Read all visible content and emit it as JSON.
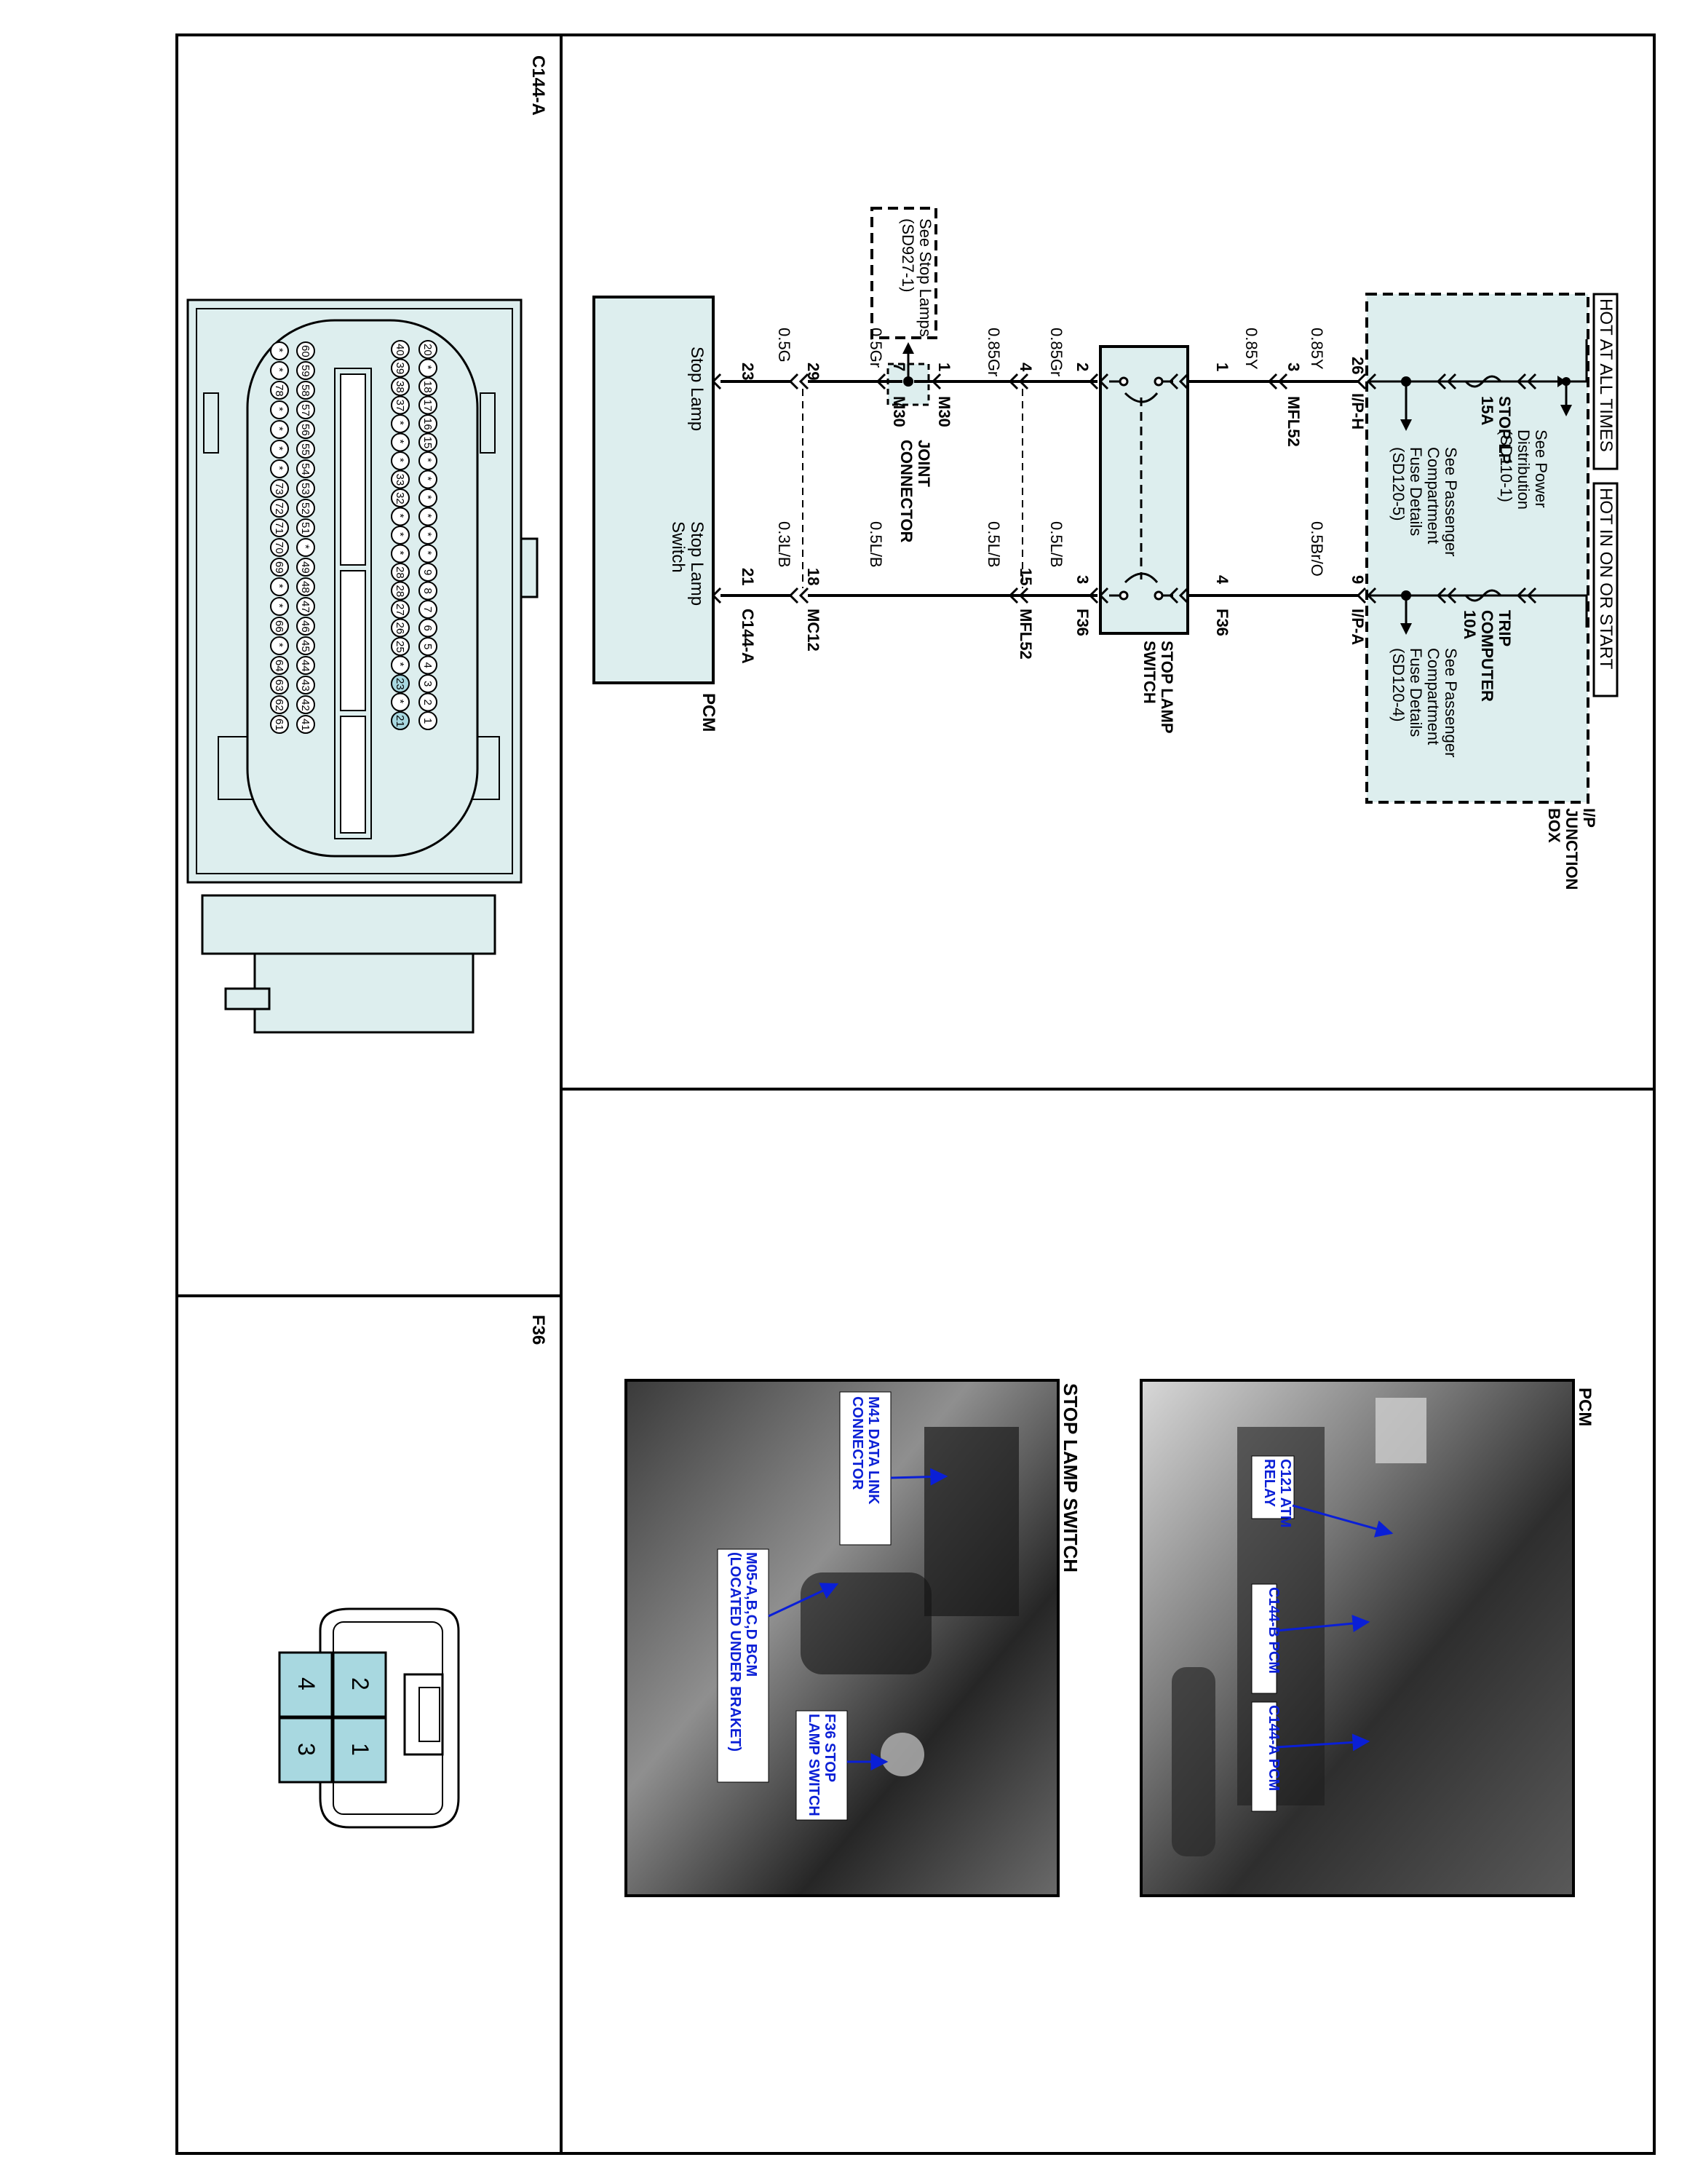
{
  "frame_labels": {
    "c144a": "C144-A",
    "f36": "F36"
  },
  "schematic": {
    "hot_at_all_times": "HOT AT ALL TIMES",
    "hot_in_on_or_start": "HOT IN ON OR START",
    "see_power_distribution": [
      "See Power",
      "Distribution",
      "(SD110-1)"
    ],
    "fuse_stop": [
      "STOP LP",
      "15A"
    ],
    "fuse_trip": [
      "TRIP",
      "COMPUTER",
      "10A"
    ],
    "see_passenger_left": [
      "See Passenger",
      "Compartment",
      "Fuse Details",
      "(SD120-5)"
    ],
    "see_passenger_right": [
      "See Passenger",
      "Compartment",
      "Fuse Details",
      "(SD120-4)"
    ],
    "ip_junction_box": [
      "I/P",
      "JUNCTION",
      "BOX"
    ],
    "ip_h": "I/P-H",
    "ip_a": "I/P-A",
    "pin_26": "26",
    "pin_9": "9",
    "wire_085y_a": "0.85Y",
    "wire_085y_b": "0.85Y",
    "wire_05bro": "0.5Br/O",
    "pin_3_mfl": "3",
    "mfl52_a": "MFL52",
    "pin_1_sw": "1",
    "pin_4_sw": "4",
    "f36_a": "F36",
    "f36_b": "F36",
    "stop_lamp_switch": [
      "STOP LAMP",
      "SWITCH"
    ],
    "pin_2_sw": "2",
    "pin_3_sw": "3",
    "wire_085gr_a": "0.85Gr",
    "wire_085gr_b": "0.85Gr",
    "wire_05lb_a": "0.5L/B",
    "wire_05lb_b": "0.5L/B",
    "wire_03lb": "0.3L/B",
    "pin_4_mfl": "4",
    "pin_15_mfl": "15",
    "mfl52_b": "MFL52",
    "see_stop_lamps": [
      "See Stop Lamps",
      "(SD927-1)"
    ],
    "pin_1_m30": "1",
    "pin_7_m30": "7",
    "m30_a": "M30",
    "m30_b": "M30",
    "joint_connector": [
      "JOINT",
      "CONNECTOR"
    ],
    "wire_05gr": "0.5Gr",
    "wire_05g": "0.5G",
    "pin_29": "29",
    "pin_18": "18",
    "mc12": "MC12",
    "pin_23": "23",
    "pin_21": "21",
    "c144a_conn": "C144-A",
    "stop_lamp": "Stop Lamp",
    "stop_lamp_switch_pcm": [
      "Stop Lamp",
      "Switch"
    ],
    "pcm": "PCM"
  },
  "photos": {
    "pcm_title": "PCM",
    "pcm_callouts": [
      [
        "C121 ATM",
        "RELAY"
      ],
      [
        "C144-B PCM"
      ],
      [
        "C144-A PCM"
      ]
    ],
    "stop_title": "STOP LAMP SWITCH",
    "stop_callouts": [
      [
        "M41 DATA LINK",
        "CONNECTOR"
      ],
      [
        "M05-A,B,C,D BCM",
        "(LOCATED UNDER BRAKET)"
      ],
      [
        "F36 STOP",
        "LAMP SWITCH"
      ]
    ]
  },
  "c144a_connector": {
    "row1": [
      "20",
      "*",
      "18",
      "17",
      "16",
      "15",
      "*",
      "*",
      "*",
      "*",
      "*",
      "*",
      "9",
      "8",
      "7",
      "6",
      "5",
      "4",
      "3",
      "2",
      "1"
    ],
    "row2": [
      "40",
      "39",
      "38",
      "37",
      "*",
      "*",
      "*",
      "33",
      "32",
      "*",
      "*",
      "*",
      "28",
      "28",
      "27",
      "26",
      "25",
      "*",
      "23",
      "*",
      "21"
    ],
    "row3": [
      "60",
      "59",
      "58",
      "57",
      "56",
      "55",
      "54",
      "53",
      "52",
      "51",
      "*",
      "49",
      "48",
      "47",
      "46",
      "45",
      "44",
      "43",
      "42",
      "41"
    ],
    "row4": [
      "*",
      "*",
      "78",
      "*",
      "*",
      "*",
      "*",
      "73",
      "72",
      "71",
      "70",
      "69",
      "*",
      "*",
      "66",
      "*",
      "64",
      "63",
      "62",
      "61"
    ],
    "highlighted": [
      "23",
      "21"
    ],
    "highlight_color": "#a8d8e0"
  },
  "f36_connector": {
    "pins": [
      "2",
      "1",
      "4",
      "3"
    ],
    "fill_color": "#a8d8e0"
  }
}
